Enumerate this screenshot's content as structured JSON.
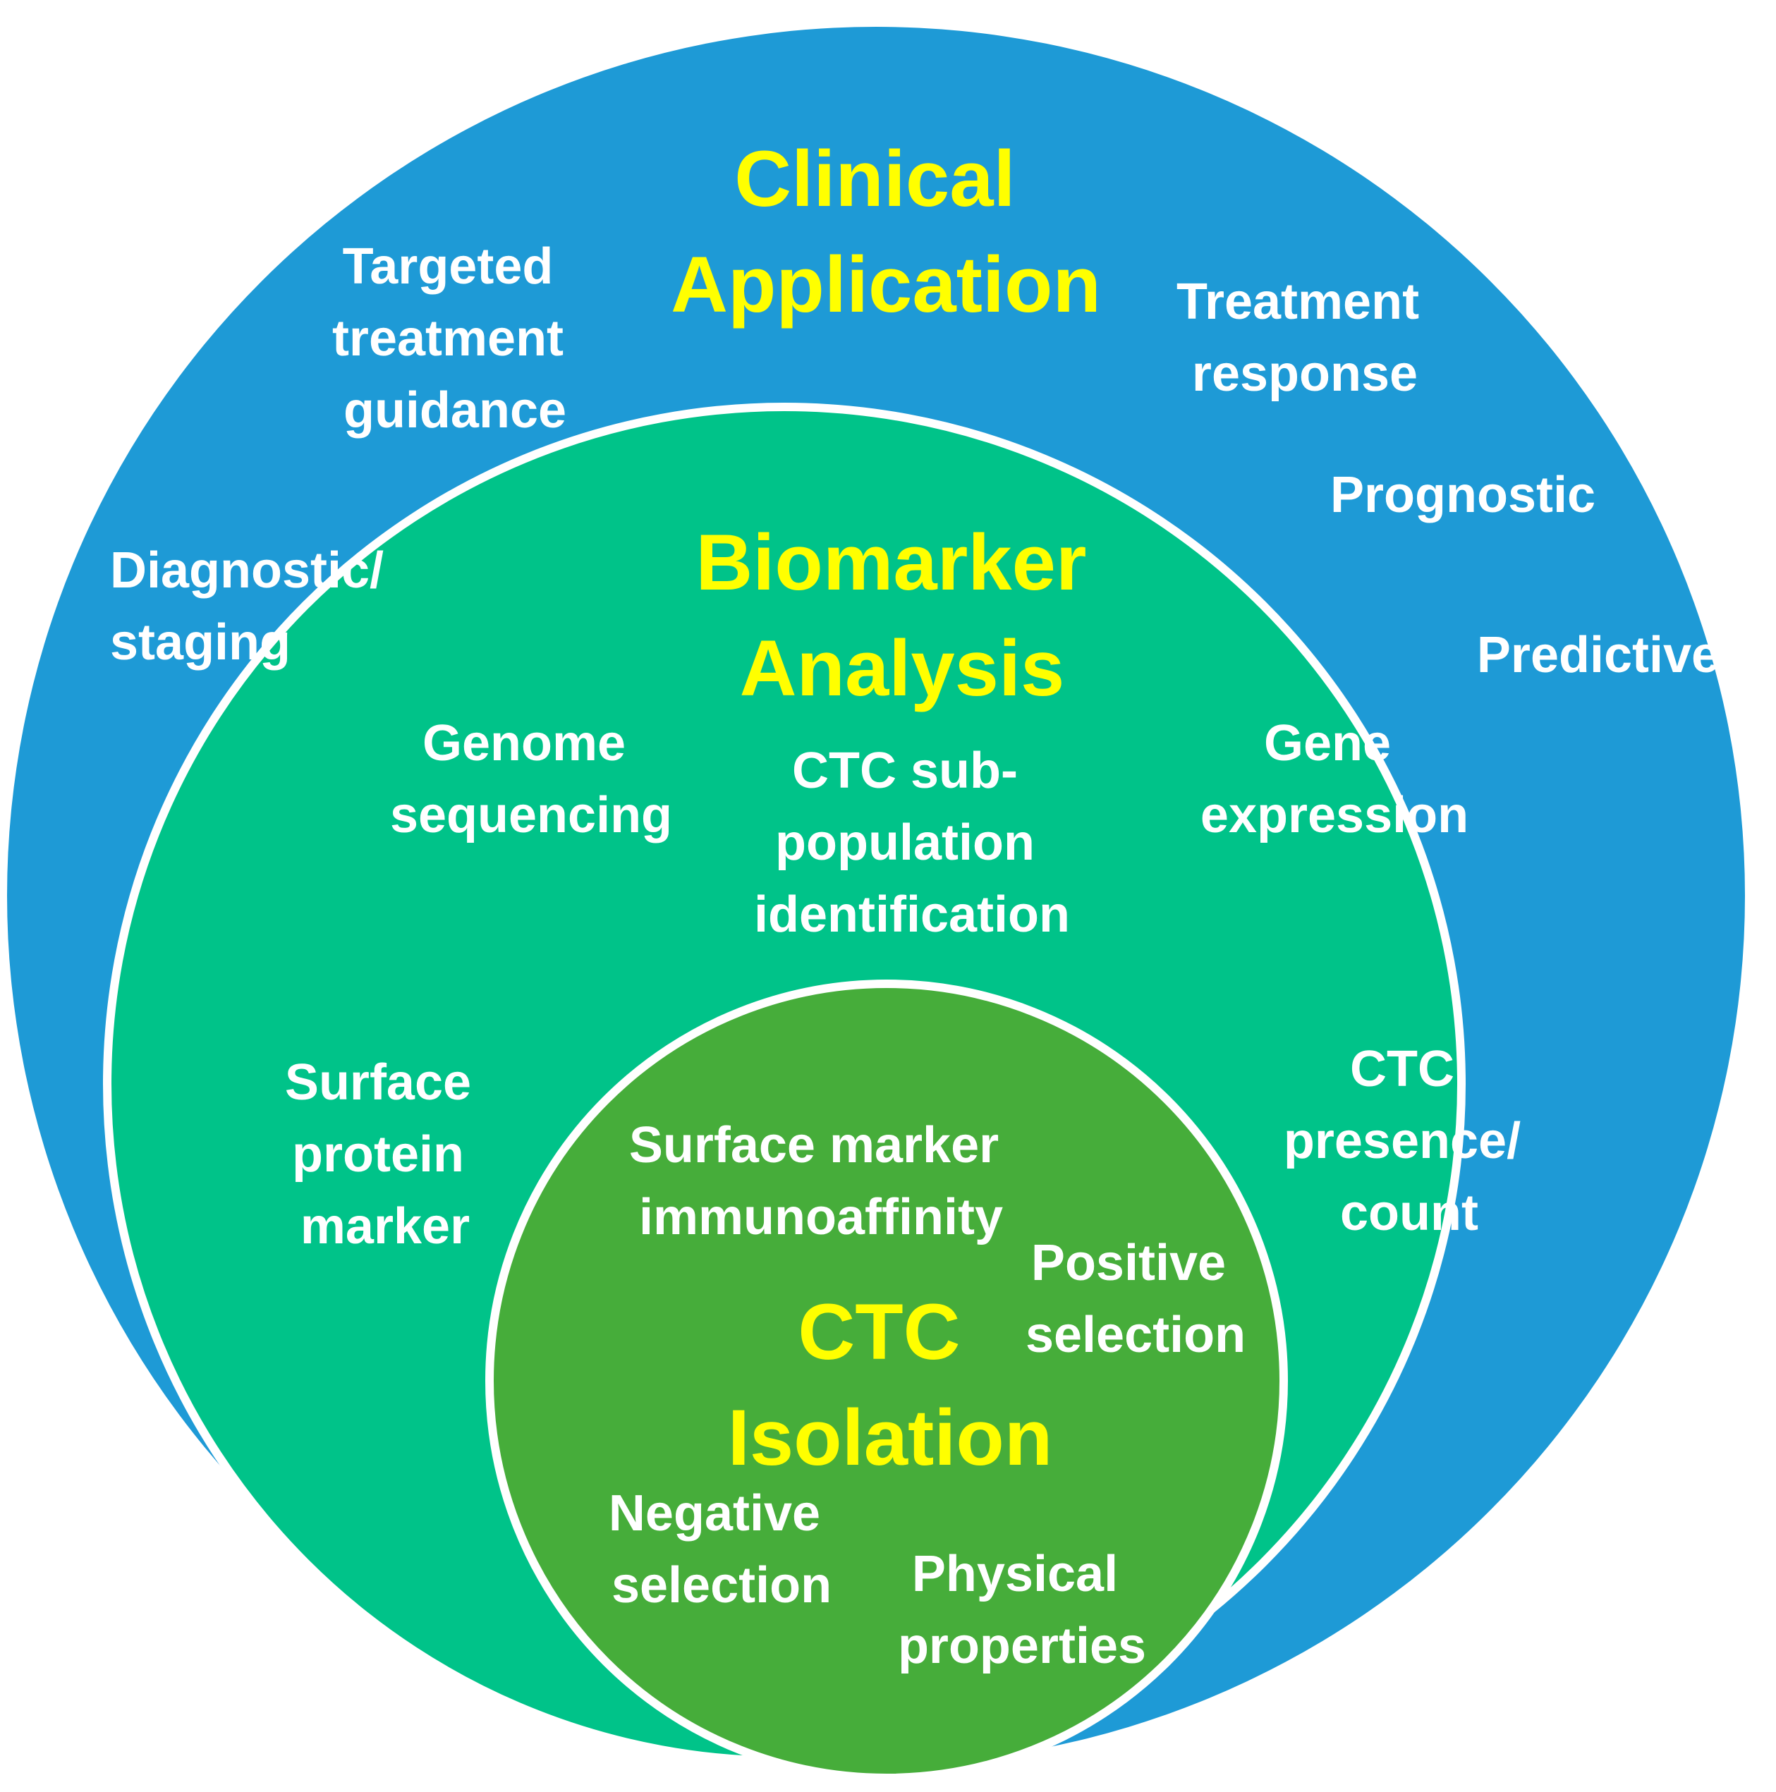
{
  "colors": {
    "outer": "#1e9ad6",
    "middle": "#00c389",
    "inner": "#46ad3a",
    "ring_stroke": "#ffffff",
    "title_text": "#ffff00",
    "item_text": "#ffffff"
  },
  "outer": {
    "title": [
      "Clinical",
      "Application"
    ],
    "items": {
      "targeted": [
        "Targeted",
        "treatment",
        "guidance"
      ],
      "treatment_response": [
        "Treatment",
        "response"
      ],
      "prognostic": [
        "Prognostic"
      ],
      "diagnostic": [
        "Diagnostic/",
        "staging"
      ],
      "predictive": [
        "Predictive"
      ]
    }
  },
  "middle": {
    "title": [
      "Biomarker",
      "Analysis"
    ],
    "items": {
      "genome": [
        "Genome",
        "sequencing"
      ],
      "ctc_sub": [
        "CTC sub-",
        "population",
        "identification"
      ],
      "gene_expression": [
        "Gene",
        "expression"
      ],
      "surface_protein": [
        "Surface",
        "protein",
        "marker"
      ],
      "ctc_presence": [
        "CTC",
        "presence/",
        "count"
      ]
    }
  },
  "inner": {
    "title": [
      "CTC",
      "Isolation"
    ],
    "items": {
      "surface_marker": [
        "Surface marker",
        "immunoaffinity"
      ],
      "positive": [
        "Positive",
        "selection"
      ],
      "negative": [
        "Negative",
        "selection"
      ],
      "physical": [
        "Physical",
        "properties"
      ]
    }
  }
}
